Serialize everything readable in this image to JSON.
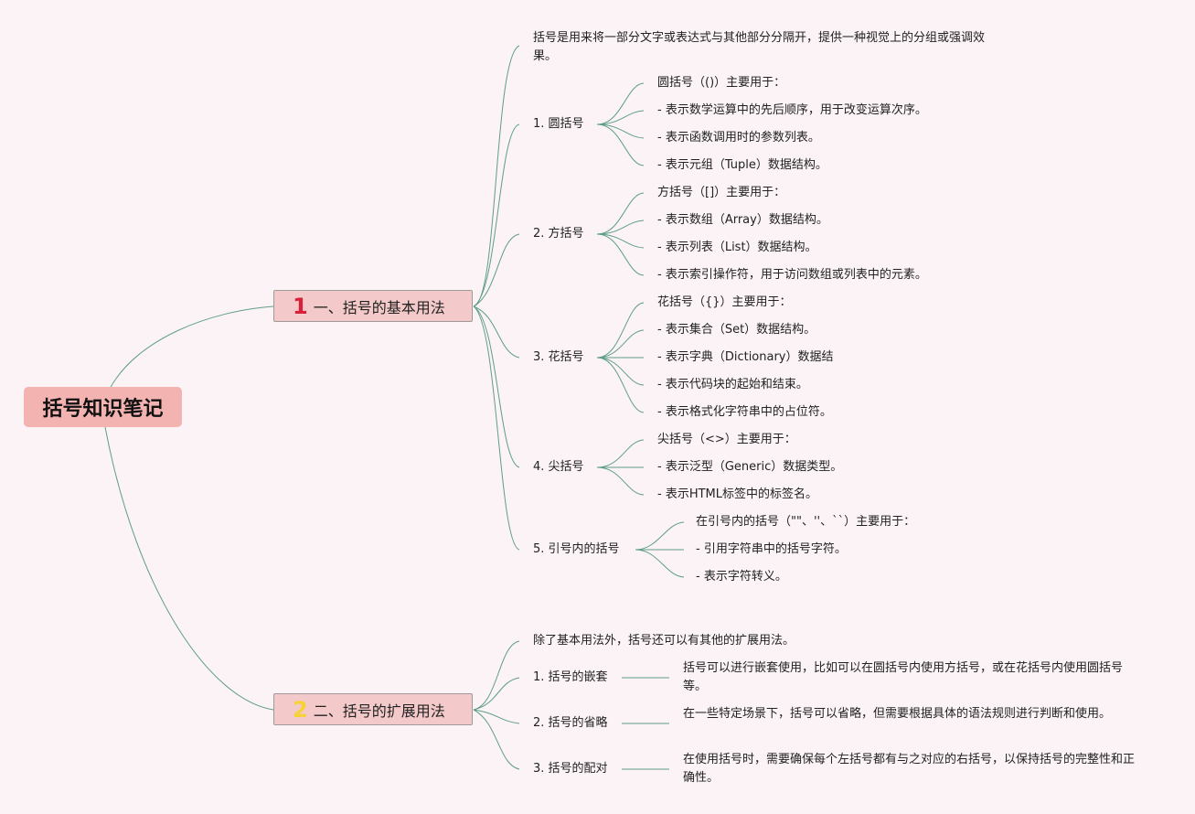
{
  "root": "括号知识笔记",
  "branches": [
    {
      "num": "1",
      "label": "一、括号的基本用法",
      "intro": "括号是用来将一部分文字或表达式与其他部分分隔开，提供一种视觉上的分组或强调效果。",
      "topics": [
        {
          "label": "1. 圆括号",
          "items": [
            "圆括号（()）主要用于：",
            "- 表示数学运算中的先后顺序，用于改变运算次序。",
            "- 表示函数调用时的参数列表。",
            "- 表示元组（Tuple）数据结构。"
          ]
        },
        {
          "label": "2. 方括号",
          "items": [
            "方括号（[]）主要用于：",
            "- 表示数组（Array）数据结构。",
            "- 表示列表（List）数据结构。",
            "- 表示索引操作符，用于访问数组或列表中的元素。"
          ]
        },
        {
          "label": "3. 花括号",
          "items": [
            "花括号（{}）主要用于：",
            "- 表示集合（Set）数据结构。",
            "- 表示字典（Dictionary）数据结",
            "- 表示代码块的起始和结束。",
            "- 表示格式化字符串中的占位符。"
          ]
        },
        {
          "label": "4. 尖括号",
          "items": [
            "尖括号（<>）主要用于：",
            "- 表示泛型（Generic）数据类型。",
            "- 表示HTML标签中的标签名。"
          ]
        },
        {
          "label": "5. 引号内的括号",
          "items": [
            "在引号内的括号（\"\"、''、``）主要用于：",
            "- 引用字符串中的括号字符。",
            "- 表示字符转义。"
          ]
        }
      ]
    },
    {
      "num": "2",
      "label": "二、括号的扩展用法",
      "intro": "除了基本用法外，括号还可以有其他的扩展用法。",
      "topics": [
        {
          "label": "1. 括号的嵌套",
          "desc": "括号可以进行嵌套使用，比如可以在圆括号内使用方括号，或在花括号内使用圆括号等。"
        },
        {
          "label": "2. 括号的省略",
          "desc": "在一些特定场景下，括号可以省略，但需要根据具体的语法规则进行判断和使用。"
        },
        {
          "label": "3. 括号的配对",
          "desc": "在使用括号时，需要确保每个左括号都有与之对应的右括号，以保持括号的完整性和正确性。"
        }
      ]
    }
  ]
}
